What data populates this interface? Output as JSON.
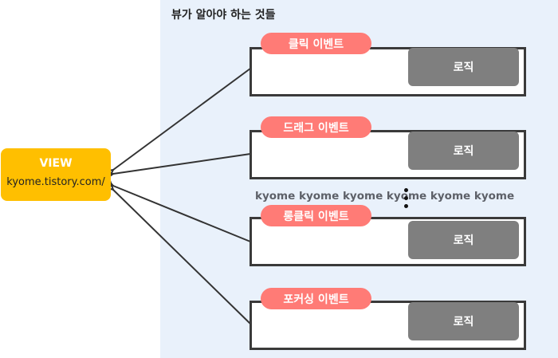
{
  "panel": {
    "title": "뷰가 알아야 하는 것들"
  },
  "view": {
    "title": "VIEW",
    "subtitle": "kyome.tistory.com/"
  },
  "events": [
    {
      "label": "클릭 이벤트",
      "logic": "로직"
    },
    {
      "label": "드래그 이벤트",
      "logic": "로직"
    },
    {
      "label": "롱클릭 이벤트",
      "logic": "로직"
    },
    {
      "label": "포커싱 이벤트",
      "logic": "로직"
    }
  ],
  "watermark": "kyome kyome kyome kyome kyome kyome",
  "colors": {
    "panel_bg": "#e9f1fb",
    "view_box": "#ffbf00",
    "event_pill": "#ff7b76",
    "logic_box": "#7f7f7f",
    "border": "#3a3a3a"
  }
}
